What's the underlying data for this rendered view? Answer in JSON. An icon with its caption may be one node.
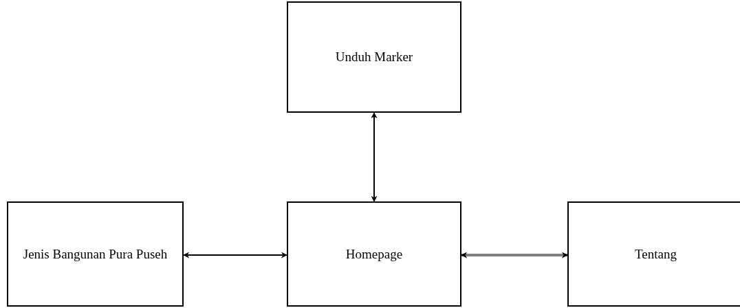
{
  "diagram": {
    "nodes": [
      {
        "text": [
          "Unduh Marker"
        ]
      },
      {
        "text": [
          "Jenis Bangunan Pura Puseh"
        ]
      },
      {
        "text": [
          "Homepage"
        ]
      },
      {
        "text": [
          "Tentang"
        ]
      }
    ],
    "edges": [
      {
        "from": 0,
        "to": 2,
        "arrow": "both"
      },
      {
        "from": 1,
        "to": 2,
        "arrow": "both"
      },
      {
        "from": 2,
        "to": 3,
        "arrow": "both",
        "style": "thick",
        "color": "#808080"
      }
    ]
  }
}
